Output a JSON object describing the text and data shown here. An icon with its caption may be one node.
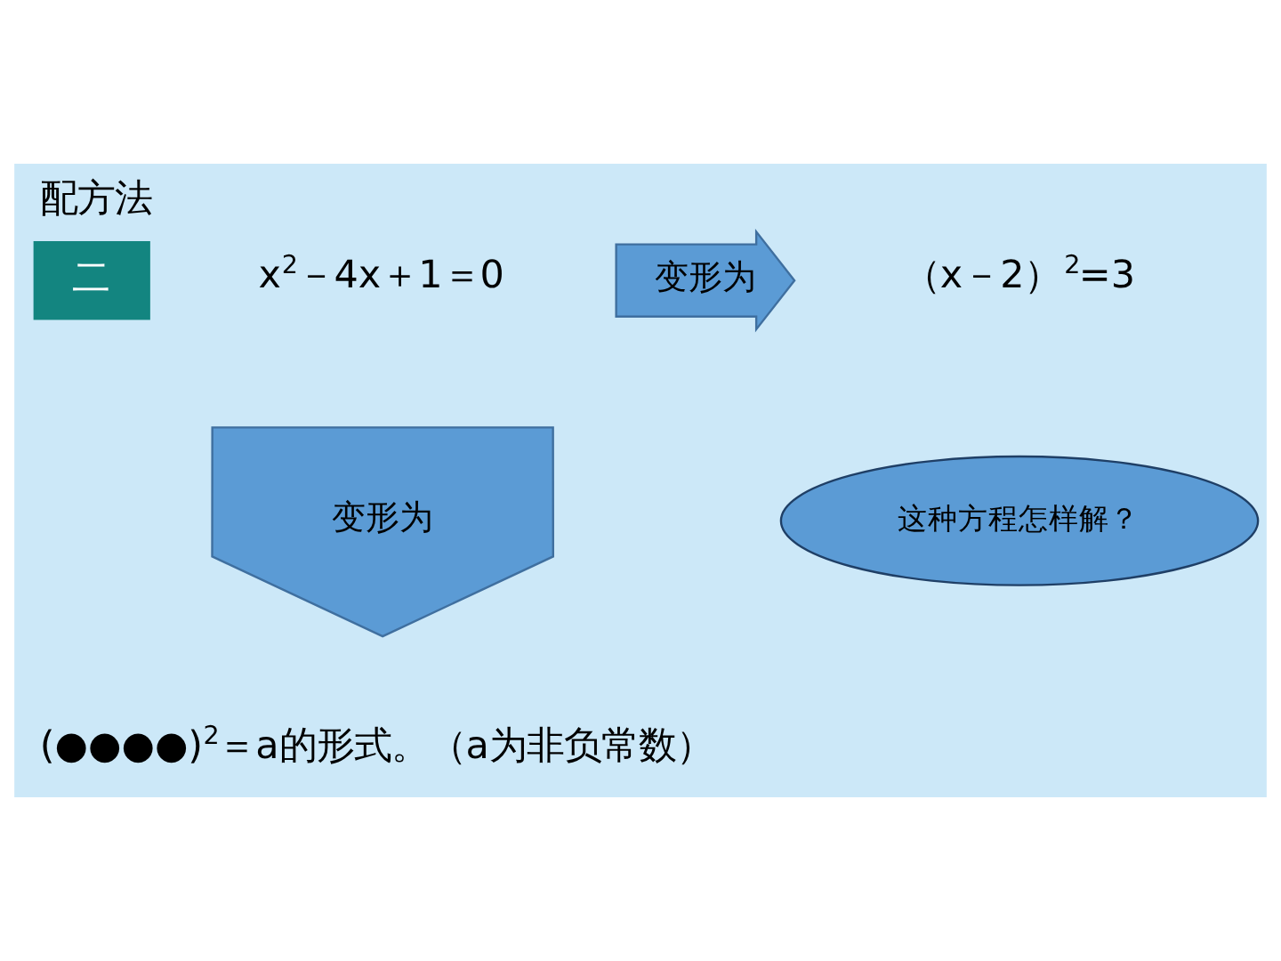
{
  "diagram": {
    "title": "配方法",
    "nodes": [
      {
        "text": [
          "x$^{2}$－4x＋1＝0"
        ]
      },
      {
        "text": [
          "变形为"
        ]
      },
      {
        "text": [
          "（x－2）$^{2}$=3"
        ]
      },
      {
        "text": [
          "这种方程怎样解？"
        ]
      },
      {
        "text": [
          "变形为"
        ]
      },
      {
        "text": [
          "(●●●●)$^{2}$＝a的形式。（a为非负常数）"
        ]
      }
    ],
    "labels": [
      "二"
    ]
  }
}
